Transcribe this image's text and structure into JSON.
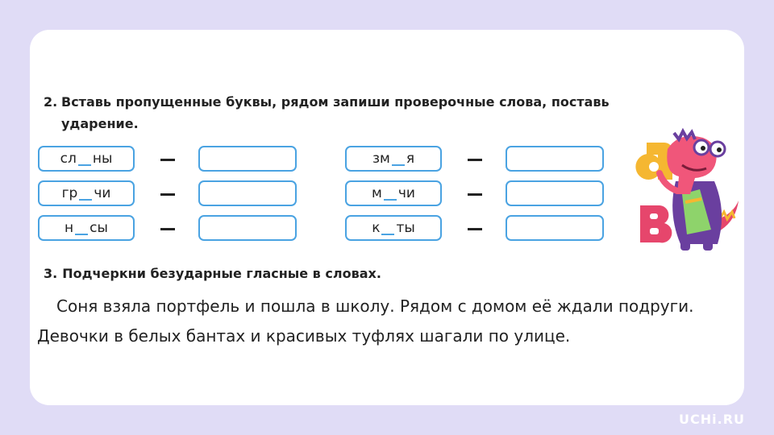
{
  "task2": {
    "number": "2.",
    "instruction": "Вставь пропущенные буквы, рядом запиши проверочные слова, поставь ударение.",
    "words": [
      {
        "before": "сл",
        "after": "ны"
      },
      {
        "before": "гр",
        "after": "чи"
      },
      {
        "before": "н",
        "after": "сы"
      },
      {
        "before": "зм",
        "after": "я"
      },
      {
        "before": "м",
        "after": "чи"
      },
      {
        "before": "к",
        "after": "ты"
      }
    ]
  },
  "task3": {
    "number": "3.",
    "instruction": "Подчеркни безударные гласные в словах.",
    "sentences": [
      "Соня взяла портфель и пошла в школу. Рядом с домом её ждали подруги.",
      "Девочки в белых бантах и красивых туфлях шагали по улице."
    ]
  },
  "brand": "UCHi.RU",
  "colors": {
    "background": "#e0dcf6",
    "box_border": "#4aa3e2",
    "mascot_body": "#f0567a",
    "letter_yellow": "#f5b731",
    "letter_pink": "#e6466c"
  }
}
